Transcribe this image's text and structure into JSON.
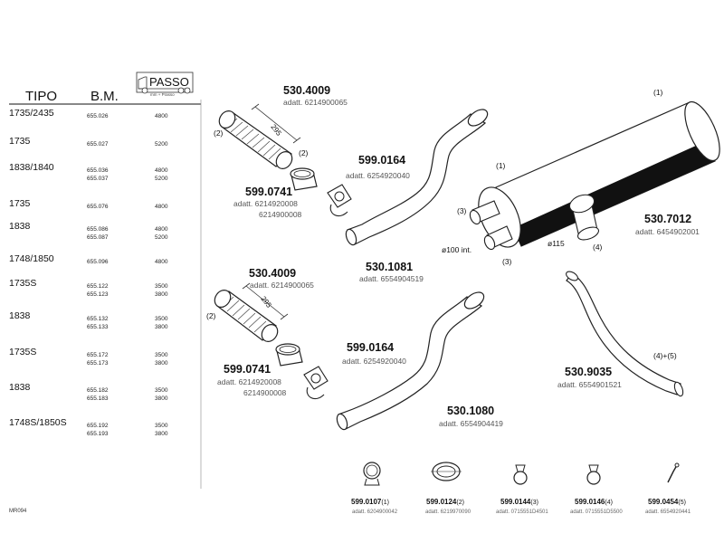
{
  "table": {
    "headers": {
      "tipo": "TIPO",
      "bm": "B.M.",
      "passo": "PASSO",
      "passo_sub": "mm + Prasso"
    },
    "rows": [
      {
        "tipo": "1735/2435",
        "bm": [
          "655.026"
        ],
        "passo": [
          "4800"
        ]
      },
      {
        "tipo": "1735",
        "bm": [
          "655.027"
        ],
        "passo": [
          "5200"
        ]
      },
      {
        "tipo": "1838/1840",
        "bm": [
          "655.036",
          "655.037"
        ],
        "passo": [
          "4800",
          "5200"
        ]
      },
      {
        "tipo": "1735",
        "bm": [
          "655.076"
        ],
        "passo": [
          "4800"
        ]
      },
      {
        "tipo": "1838",
        "bm": [
          "655.086",
          "655.087"
        ],
        "passo": [
          "4800",
          "5200"
        ]
      },
      {
        "tipo": "1748/1850",
        "bm": [
          "655.096"
        ],
        "passo": [
          "4800"
        ]
      },
      {
        "tipo": "1735S",
        "bm": [
          "655.122",
          "655.123"
        ],
        "passo": [
          "3500",
          "3800"
        ]
      },
      {
        "tipo": "1838",
        "bm": [
          "655.132",
          "655.133"
        ],
        "passo": [
          "3500",
          "3800"
        ]
      },
      {
        "tipo": "1735S",
        "bm": [
          "655.172",
          "655.173"
        ],
        "passo": [
          "3500",
          "3800"
        ]
      },
      {
        "tipo": "1838",
        "bm": [
          "655.182",
          "655.183"
        ],
        "passo": [
          "3500",
          "3800"
        ]
      },
      {
        "tipo": "1748S/1850S",
        "bm": [
          "655.192",
          "655.193"
        ],
        "passo": [
          "3500",
          "3800"
        ]
      }
    ],
    "footer_code": "MR094"
  },
  "parts": {
    "flex_top": {
      "pn": "530.4009",
      "adatt": "adatt. 6214900065",
      "dim": "295",
      "qty": "(2)"
    },
    "sleeve_top": {
      "pn": "599.0741",
      "adatt1": "adatt. 6214920008",
      "adatt2": "6214900008",
      "qty": "(2)"
    },
    "clamp_top": {
      "pn": "599.0164",
      "adatt": "adatt. 6254920040"
    },
    "pipe_top": {
      "pn": "530.1081",
      "adatt": "adatt. 6554904519"
    },
    "muffler": {
      "pn": "530.7012",
      "adatt": "adatt. 6454902001",
      "label_1a": "(1)",
      "label_1b": "(1)",
      "label_3a": "(3)",
      "label_3b": "(3)",
      "label_4": "(4)",
      "dia_inlet": "ø100  int.",
      "dia_outlet": "ø115"
    },
    "flex_bottom": {
      "pn": "530.4009",
      "adatt": "adatt. 6214900065",
      "dim": "295",
      "qty": "(2)"
    },
    "sleeve_bottom": {
      "pn": "599.0741",
      "adatt1": "adatt. 6214920008",
      "adatt2": "6214900008"
    },
    "clamp_bottom": {
      "pn": "599.0164",
      "adatt": "adatt. 6254920040"
    },
    "pipe_bottom": {
      "pn": "530.1080",
      "adatt": "adatt. 6554904419"
    },
    "tailpipe": {
      "pn": "530.9035",
      "adatt": "adatt. 6554901521",
      "qty": "(4)+(5)"
    }
  },
  "small_parts": [
    {
      "pn": "599.0107",
      "qty": "(1)",
      "adatt": "adatt. 6204900042"
    },
    {
      "pn": "599.0124",
      "qty": "(2)",
      "adatt": "adatt. 6219970090"
    },
    {
      "pn": "599.0144",
      "qty": "(3)",
      "adatt": "adatt. 0715551D4501"
    },
    {
      "pn": "599.0146",
      "qty": "(4)",
      "adatt": "adatt. 0715551D5500"
    },
    {
      "pn": "599.0454",
      "qty": "(5)",
      "adatt": "adatt. 6554920441"
    }
  ]
}
